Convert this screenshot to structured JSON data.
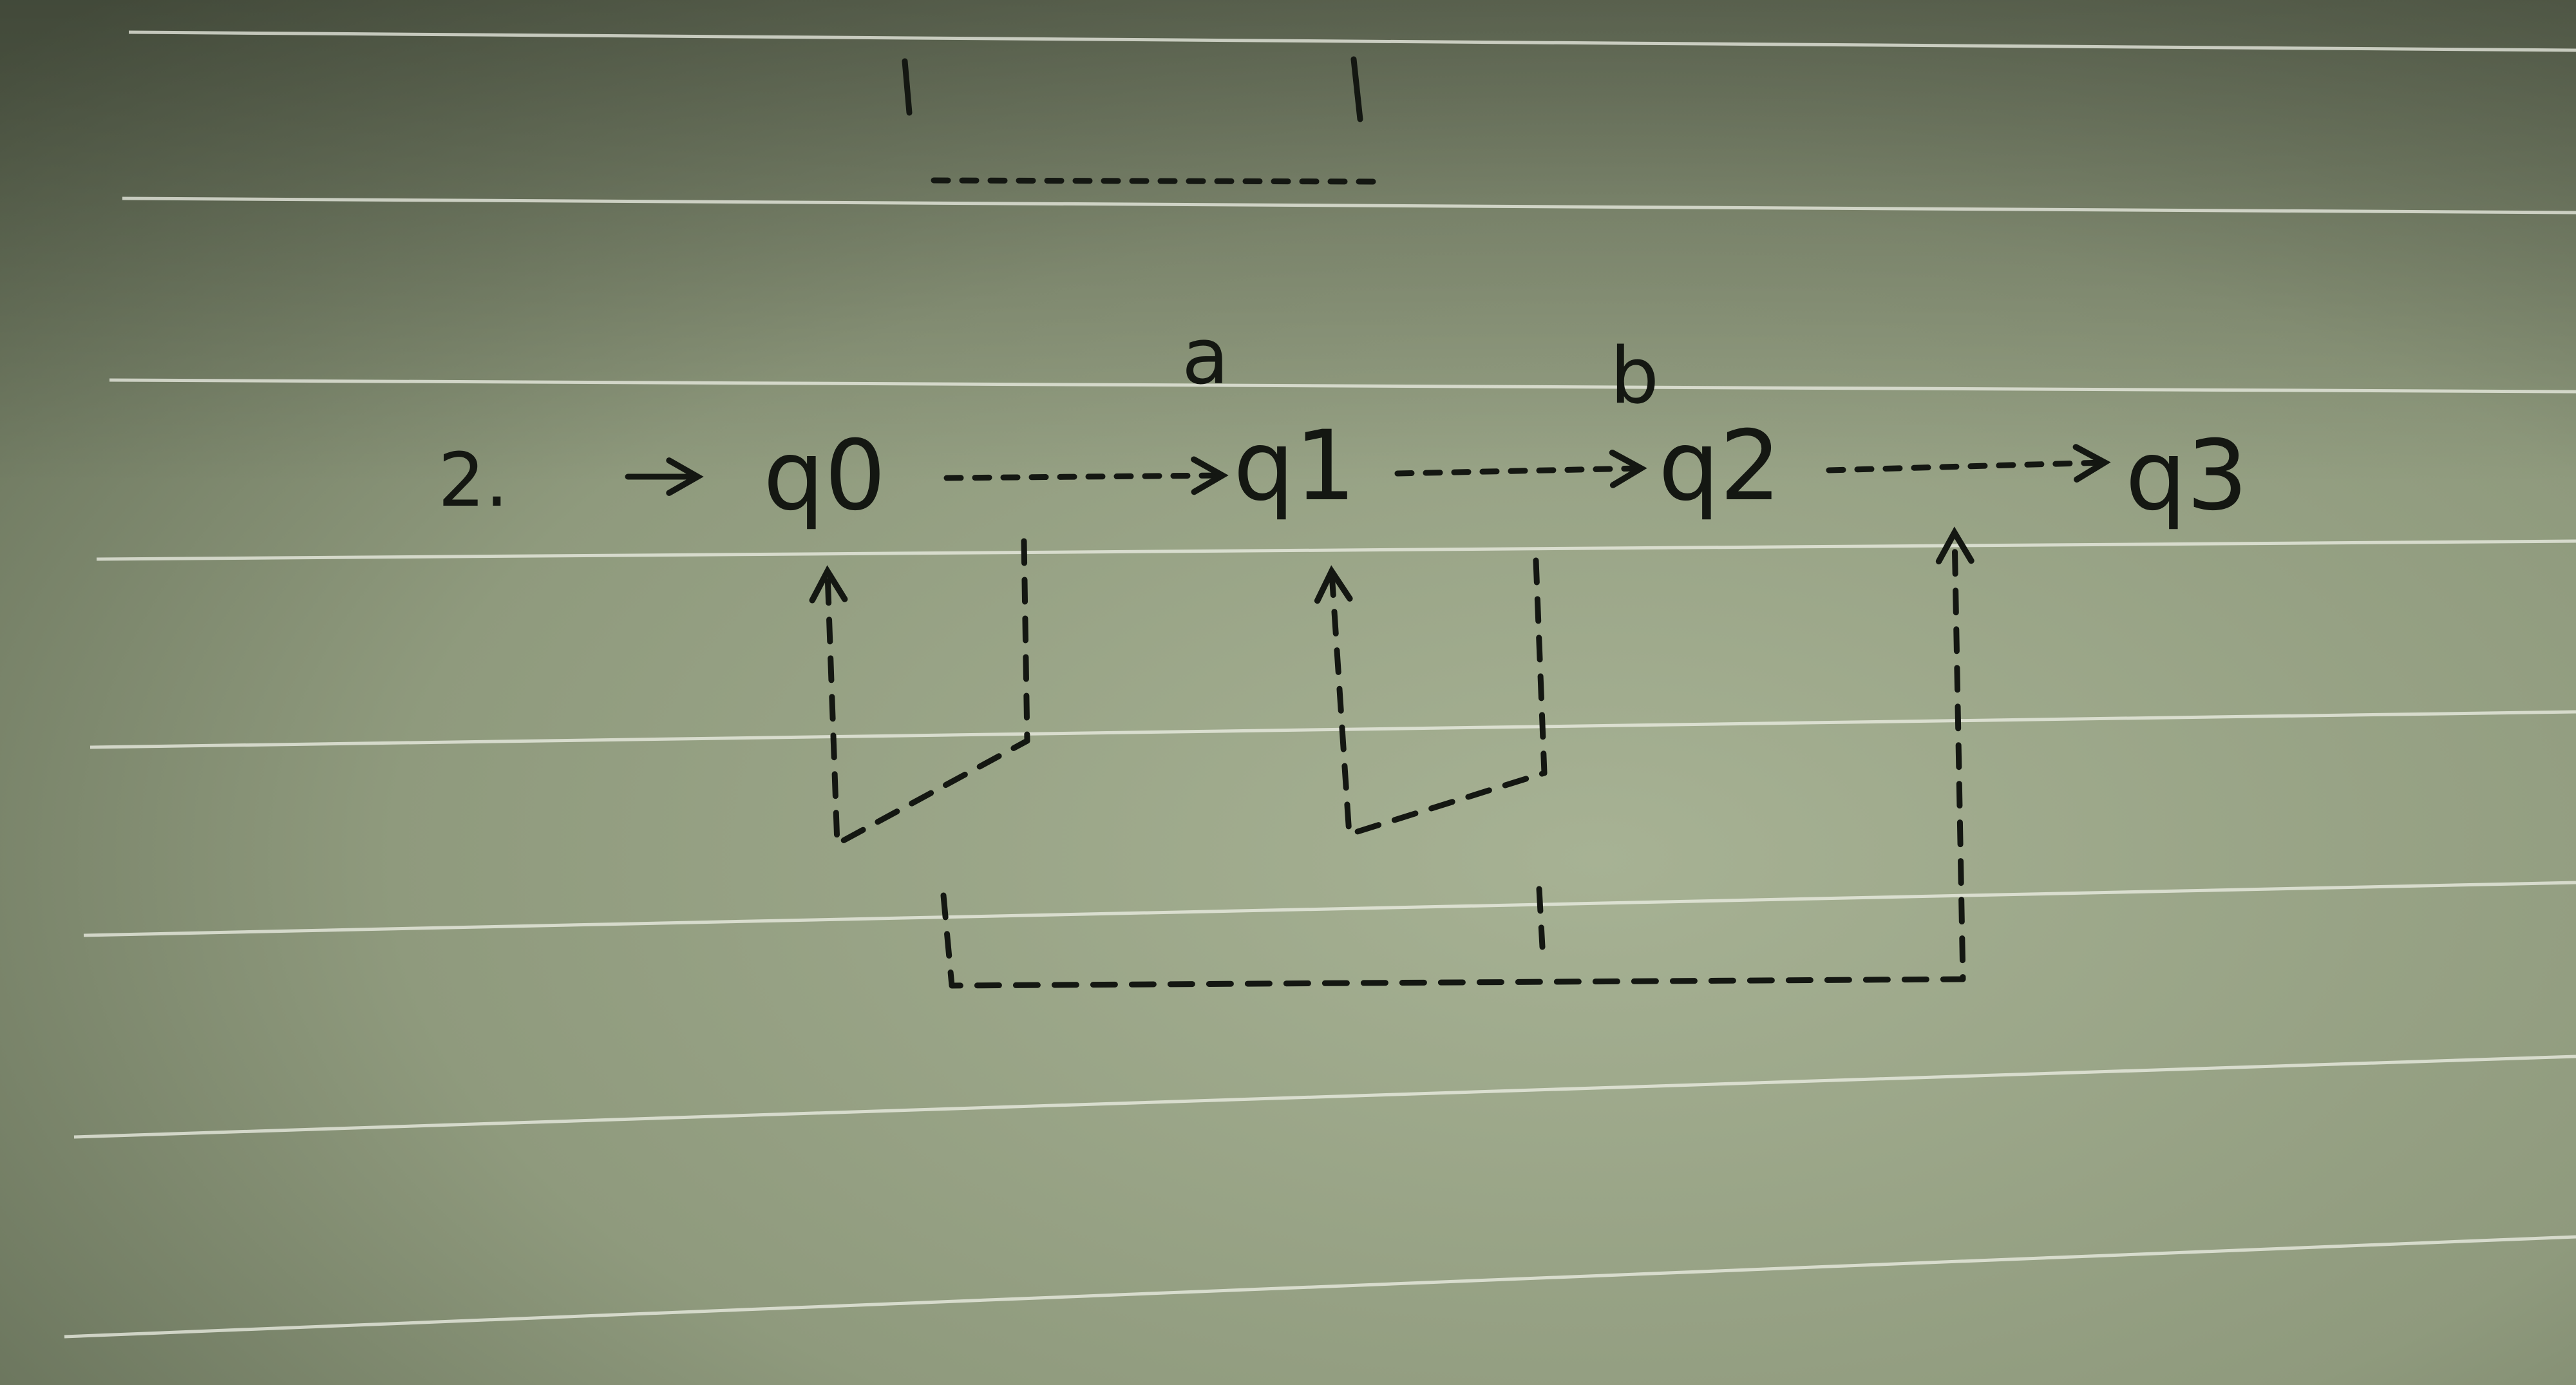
{
  "diagram": {
    "item_number": "2.",
    "states": [
      "q0",
      "q1",
      "q2",
      "q3"
    ],
    "transition_symbols": {
      "q0_to_q1": "",
      "q1_to_q2": "a",
      "q2_to_q3": "b"
    },
    "colors": {
      "ink": "#141712",
      "paper": "#a3ae90",
      "rule_lines": "#eef0e6"
    }
  }
}
